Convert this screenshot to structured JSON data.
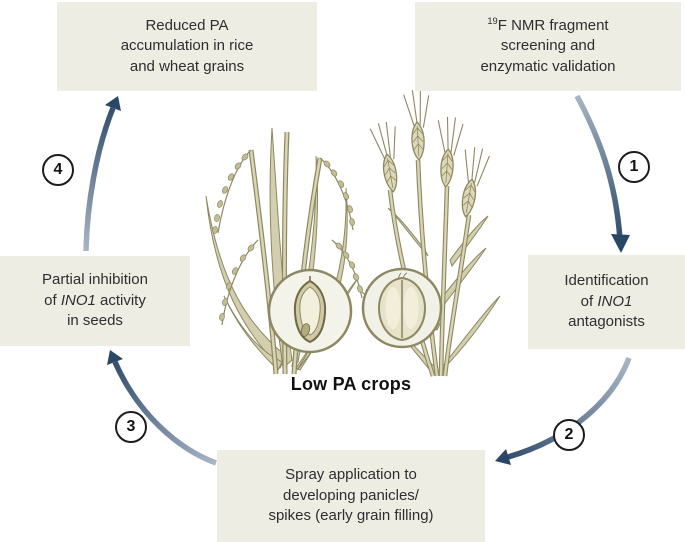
{
  "figure": {
    "caption": "Low PA crops",
    "boxes": {
      "top_left": {
        "lines": [
          [
            {
              "t": "Reduced PA"
            }
          ],
          [
            {
              "t": "accumulation in rice"
            }
          ],
          [
            {
              "t": "and wheat grains"
            }
          ]
        ]
      },
      "top_right": {
        "lines": [
          [
            {
              "t": "19",
              "s": "sup"
            },
            {
              "t": "F NMR fragment"
            }
          ],
          [
            {
              "t": "screening and"
            }
          ],
          [
            {
              "t": "enzymatic validation"
            }
          ]
        ]
      },
      "right": {
        "lines": [
          [
            {
              "t": "Identification"
            }
          ],
          [
            {
              "t": "of "
            },
            {
              "t": "INO1",
              "s": "i"
            }
          ],
          [
            {
              "t": "antagonists"
            }
          ]
        ]
      },
      "bottom": {
        "lines": [
          [
            {
              "t": "Spray application to"
            }
          ],
          [
            {
              "t": "developing panicles/"
            }
          ],
          [
            {
              "t": "spikes (early grain filling)"
            }
          ]
        ]
      },
      "left": {
        "lines": [
          [
            {
              "t": "Partial inhibition"
            }
          ],
          [
            {
              "t": "of "
            },
            {
              "t": "INO1",
              "s": "i"
            },
            {
              "t": " activity"
            }
          ],
          [
            {
              "t": "in seeds"
            }
          ]
        ]
      }
    },
    "steps": [
      {
        "label": "1"
      },
      {
        "label": "2"
      },
      {
        "label": "3"
      },
      {
        "label": "4"
      }
    ],
    "illustrations": [
      {
        "name": "rice-plant-illustration"
      },
      {
        "name": "wheat-plant-illustration"
      },
      {
        "name": "rice-grain-inset"
      },
      {
        "name": "wheat-grain-inset"
      }
    ],
    "colors": {
      "box_bg": "#eeede4",
      "text": "#2e2e2e",
      "arrow_dark": "#2b4767",
      "arrow_light": "#a8b5c5",
      "plant_fill": "#d3cfae",
      "plant_stroke": "#8d8862",
      "inset_bg": "#f4f3ea"
    }
  }
}
